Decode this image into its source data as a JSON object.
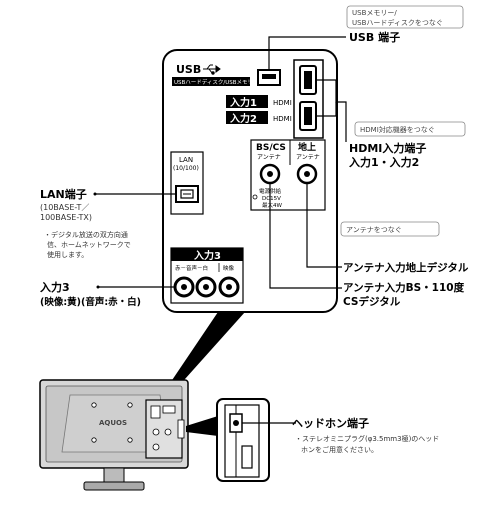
{
  "panel": {
    "usb_label": "USB",
    "usb_sub": "USBハードディスク/USBメモリー用",
    "input1": "入力1",
    "input2": "入力2",
    "hdmi": "HDMI",
    "bscs": "BS/CS",
    "bscs_sub": "アンテナ",
    "chijo": "地上",
    "chijo_sub": "アンテナ",
    "power1": "電源供給",
    "power2": "DC15V",
    "power3": "最大4W",
    "lan": "LAN",
    "lan_sub": "(10/100)",
    "input3": "入力3",
    "input3_sub_left": "赤－音声－白",
    "input3_sub_right": "映像"
  },
  "callouts": {
    "usb_note_line1": "USBメモリー/",
    "usb_note_line2": "USBハードディスクをつなぐ",
    "usb_port": "USB 端子",
    "hdmi_note": "HDMI対応機器をつなぐ",
    "hdmi_port_line1": "HDMI入力端子",
    "hdmi_port_line2": "入力1・入力2",
    "lan_port": "LAN端子",
    "lan_std1": "(10BASE-T／",
    "lan_std2": "100BASE-TX)",
    "lan_note1": "・デジタル放送の双方向通",
    "lan_note2": "信、ホームネットワークで",
    "lan_note3": "使用します。",
    "antenna_note": "アンテナをつなぐ",
    "antenna_chijo": "アンテナ入力地上デジタル",
    "antenna_bs_line1": "アンテナ入力BS・110度",
    "antenna_bs_line2": "CSデジタル",
    "input3_line1": "入力3",
    "input3_line2": "(映像:黄)(音声:赤・白)",
    "headphone_title": "ヘッドホン端子",
    "headphone_note1": "・ステレオミニプラグ(φ3.5mm3極)のヘッド",
    "headphone_note2": "ホンをご用意ください。"
  },
  "tv": {
    "brand": "AQUOS"
  }
}
